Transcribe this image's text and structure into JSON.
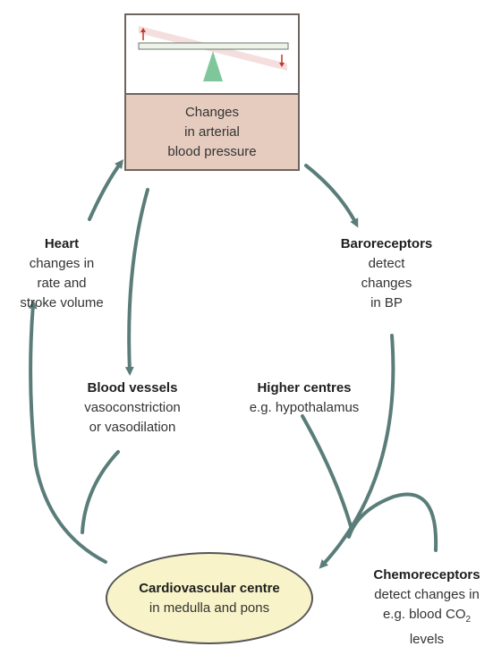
{
  "colors": {
    "arrow": "#5a7d7a",
    "box_fill": "#e6ccbf",
    "ellipse_fill": "#f8f3c8",
    "fulcrum": "#7fc79a"
  },
  "box": {
    "text_line1": "Changes",
    "text_line2": "in arterial",
    "text_line3": "blood pressure"
  },
  "heart": {
    "title": "Heart",
    "line1": "changes in",
    "line2": "rate and",
    "line3": "stroke volume"
  },
  "baroreceptors": {
    "title": "Baroreceptors",
    "line1": "detect",
    "line2": "changes",
    "line3": "in BP"
  },
  "blood_vessels": {
    "title": "Blood vessels",
    "line1": "vasoconstriction",
    "line2": "or vasodilation"
  },
  "higher_centres": {
    "title": "Higher centres",
    "line1": "e.g. hypothalamus"
  },
  "cardiovascular_centre": {
    "title": "Cardiovascular centre",
    "line1": "in medulla and pons"
  },
  "chemoreceptors": {
    "title": "Chemoreceptors",
    "line1": "detect changes in",
    "line2_prefix": "e.g. blood CO",
    "line2_sub": "2",
    "line3": "levels"
  }
}
